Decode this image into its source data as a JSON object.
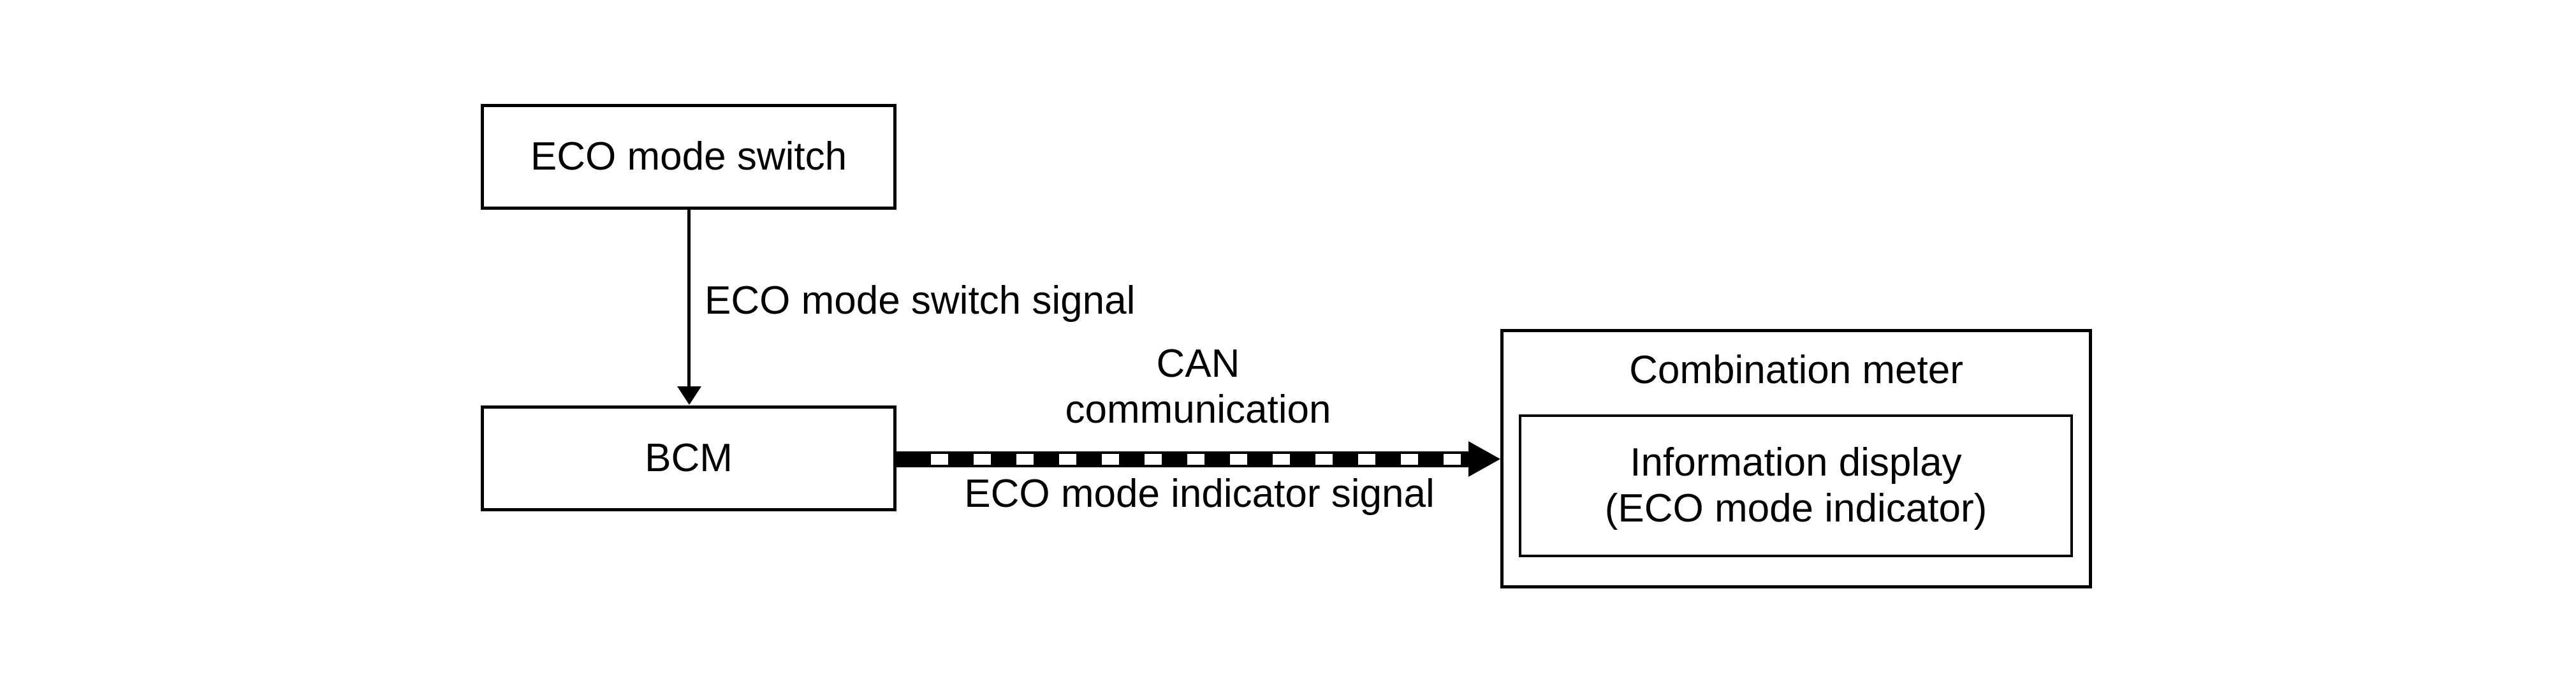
{
  "diagram": {
    "background_color": "#ffffff",
    "line_color": "#000000",
    "nodes": {
      "eco_mode_switch": {
        "label": "ECO mode switch"
      },
      "bcm": {
        "label": "BCM"
      },
      "combination_meter": {
        "label": "Combination meter"
      },
      "information_display": {
        "label": "Information display\n(ECO mode indicator)"
      }
    },
    "edges": {
      "switch_to_bcm": {
        "label": "ECO mode switch signal",
        "style": "thin-solid-arrow-down"
      },
      "bcm_to_meter": {
        "label_above": "CAN\ncommunication",
        "label_below": "ECO mode indicator signal",
        "style": "thick-dashed-arrow-right"
      }
    }
  }
}
